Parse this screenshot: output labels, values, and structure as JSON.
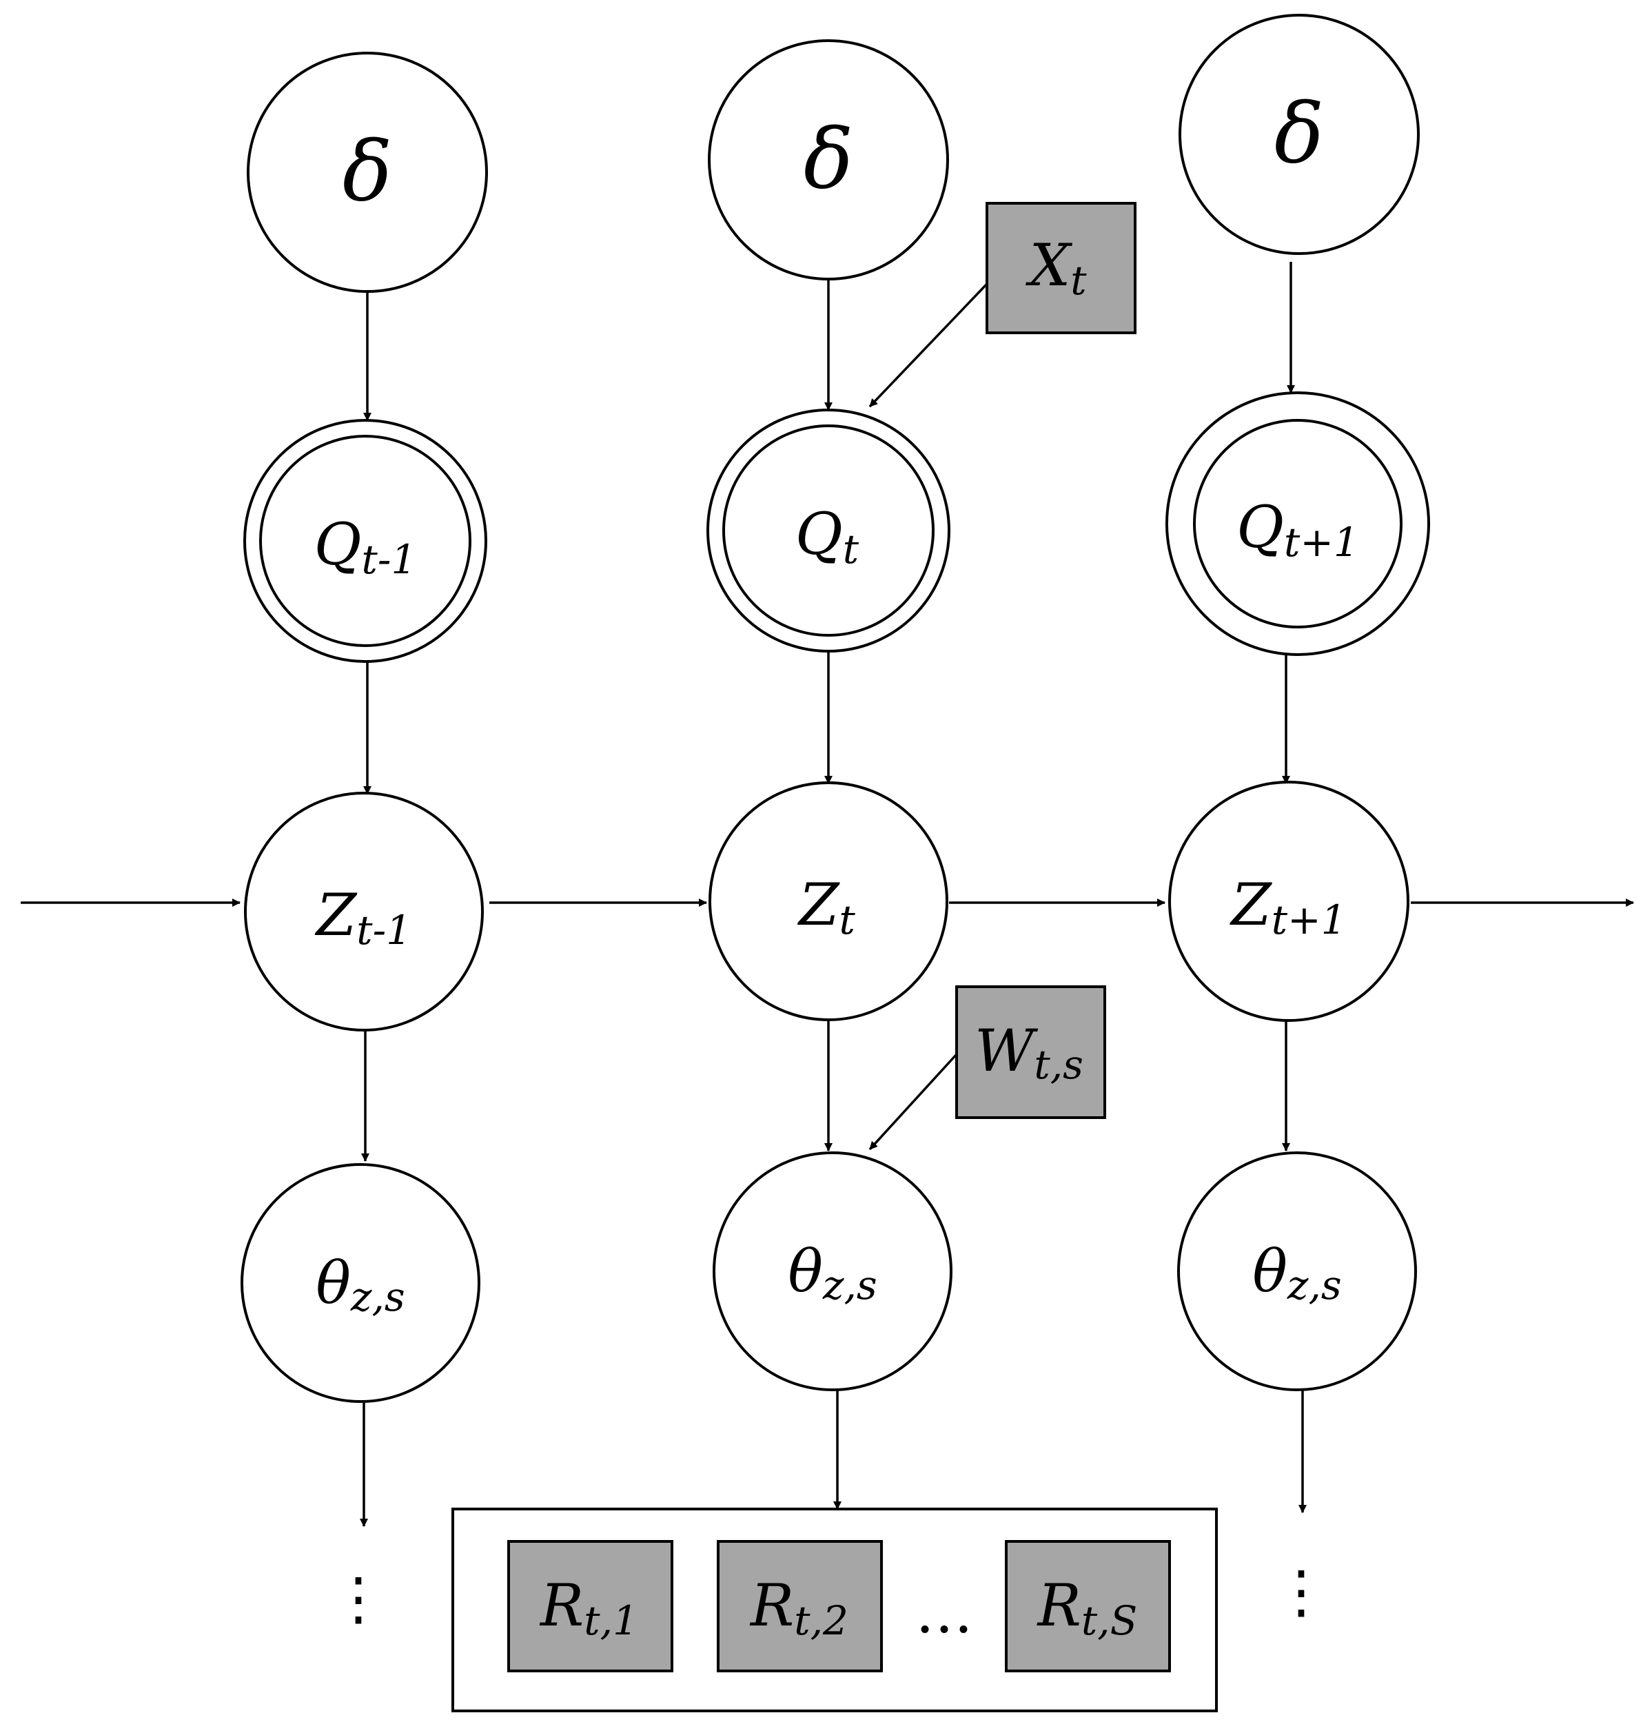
{
  "columns": [
    {
      "prior": "δ",
      "q": {
        "base": "Q",
        "sub": "t-1"
      },
      "z": {
        "base": "Z",
        "sub": "t-1"
      },
      "theta": {
        "base": "θ",
        "sub": "z,s"
      },
      "continuation": "⋮"
    },
    {
      "prior": "δ",
      "q": {
        "base": "Q",
        "sub": "t"
      },
      "z": {
        "base": "Z",
        "sub": "t"
      },
      "theta": {
        "base": "θ",
        "sub": "z,s"
      }
    },
    {
      "prior": "δ",
      "q": {
        "base": "Q",
        "sub": "t+1"
      },
      "z": {
        "base": "Z",
        "sub": "t+1"
      },
      "theta": {
        "base": "θ",
        "sub": "z,s"
      },
      "continuation": "⋮"
    }
  ],
  "covariate_x": {
    "base": "X",
    "sub": "t"
  },
  "covariate_w": {
    "base": "W",
    "sub": "t,s"
  },
  "responses": [
    {
      "base": "R",
      "sub": "t,1"
    },
    {
      "base": "R",
      "sub": "t,2"
    },
    {
      "base": "R",
      "sub": "t,S"
    }
  ],
  "responses_ellipsis": "…",
  "colors": {
    "observed_fill": "#a6a6a6",
    "stroke": "#000000",
    "background": "#ffffff"
  }
}
